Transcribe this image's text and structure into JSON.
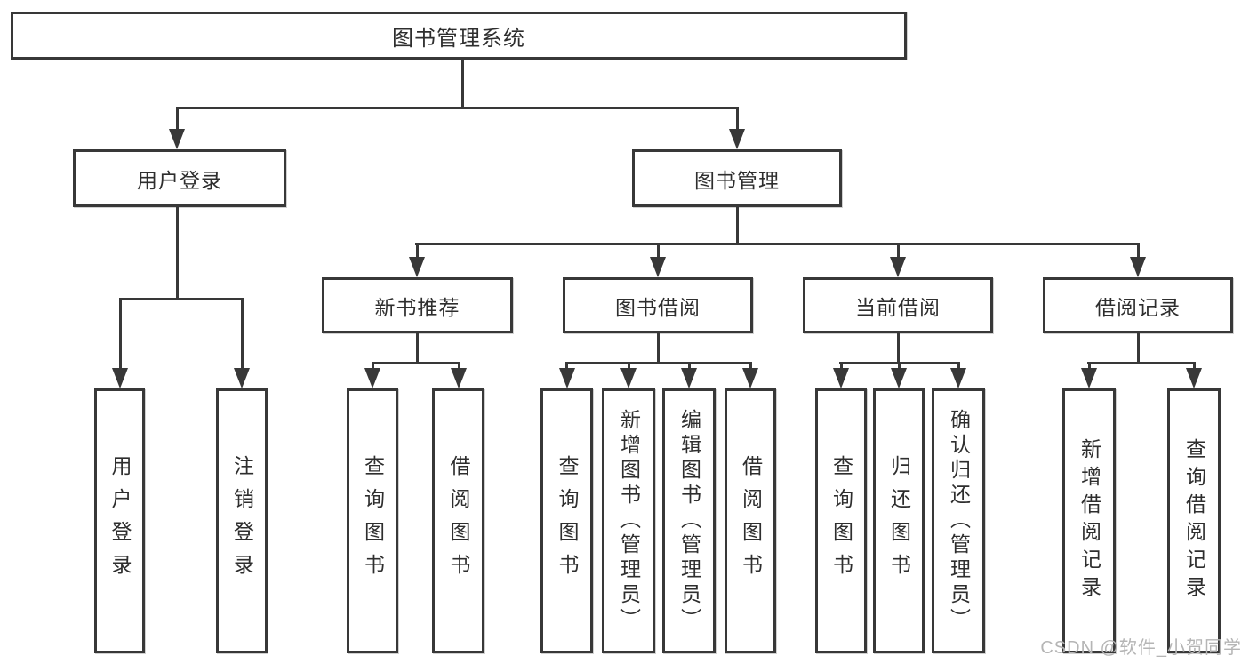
{
  "diagram_type": "tree",
  "root": "图书管理系统",
  "branches": [
    {
      "label": "用户登录",
      "children": [
        "用户登录",
        "注销登录"
      ]
    },
    {
      "label": "图书管理",
      "sub": [
        {
          "label": "新书推荐",
          "children": [
            "查询图书",
            "借阅图书"
          ]
        },
        {
          "label": "图书借阅",
          "children": [
            "查询图书",
            "新增图书（管理员）",
            "编辑图书（管理员）",
            "借阅图书"
          ]
        },
        {
          "label": "当前借阅",
          "children": [
            "查询图书",
            "归还图书",
            "确认归还（管理员）"
          ]
        },
        {
          "label": "借阅记录",
          "children": [
            "新增借阅记录",
            "查询借阅记录"
          ]
        }
      ]
    }
  ],
  "watermark": "CSDN @软件_小贺同学",
  "colors": {
    "line": "#383838",
    "box_background": "#ffffff",
    "text": "#2e2e2e",
    "watermark": "#b5b5b5"
  }
}
